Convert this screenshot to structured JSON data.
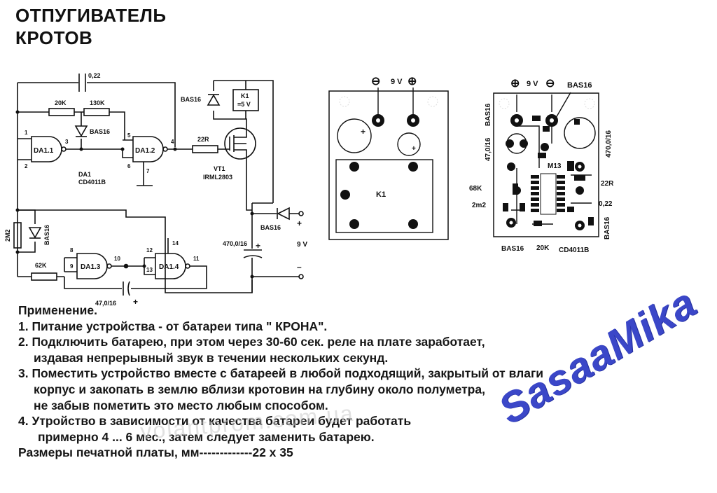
{
  "title": [
    "ОТПУГИВАТЕЛЬ",
    "КРОТОВ"
  ],
  "schematic": {
    "cap_top": "0,22",
    "r1": "20K",
    "r2": "130K",
    "d_fb": "BAS16",
    "da11": "DA1.1",
    "da12": "DA1.2",
    "chip": "DA1",
    "chip_type": "CD4011B",
    "d_relay": "BAS16",
    "relay_name": "K1",
    "relay_v": "=5 V",
    "r_gate": "22R",
    "vt": "VT1",
    "vt_type": "IRML2803",
    "d_in": "BAS16",
    "cap_bulk": "470,0/16",
    "plus": "+",
    "minus": "–",
    "supply": "9 V",
    "r_2m2": "2M2",
    "d_low": "BAS16",
    "r_62k": "62K",
    "da13": "DA1.3",
    "da14": "DA1.4",
    "cap_low": "47,0/16",
    "pins": {
      "p1": "1",
      "p2": "2",
      "p3": "3",
      "p4": "4",
      "p5": "5",
      "p6": "6",
      "p7": "7",
      "p8": "8",
      "p9": "9",
      "p10": "10",
      "p11": "11",
      "p12": "12",
      "p13": "13",
      "p14": "14"
    }
  },
  "pcb_top": {
    "volt": "9 V",
    "relay": "K1"
  },
  "pcb_bottom": {
    "volt": "9 V",
    "bas_top": "BAS16",
    "cap_left": "47,0/16",
    "bas_left": "BAS16",
    "cap_right": "470,0/16",
    "m13": "M13",
    "r68k": "68K",
    "r2m2": "2m2",
    "r22": "22R",
    "c022": "0,22",
    "bas_right": "BAS16",
    "bas_bot": "BAS16",
    "r20k": "20K",
    "ic": "CD4011B"
  },
  "notes": {
    "heading": "Применение.",
    "l1": "1. Питание устройства - от батареи типа \" КРОНА\".",
    "l2a": "2. Подключить батарею, при этом через 30-60 сек. реле на плате заработает,",
    "l2b": "издавая непрерывный звук в течении нескольких секунд.",
    "l3a": "3. Поместить устройство вместе с батареей в любой подходящий, закрытый от влаги",
    "l3b": "корпус и закопать в землю вблизи кротовин на глубину около полуметра,",
    "l3c": "не забыв пометить это место любым способом.",
    "l4a": "4. Утройство в зависимости от качества батареи будет работать",
    "l4b": "примерно 4 ... 6 мес., затем следует заменить батарею.",
    "l5": "Размеры печатной платы, мм-------------22 x 35"
  },
  "watermark": "volantprom.com.ua",
  "signature": "SasaaMika"
}
